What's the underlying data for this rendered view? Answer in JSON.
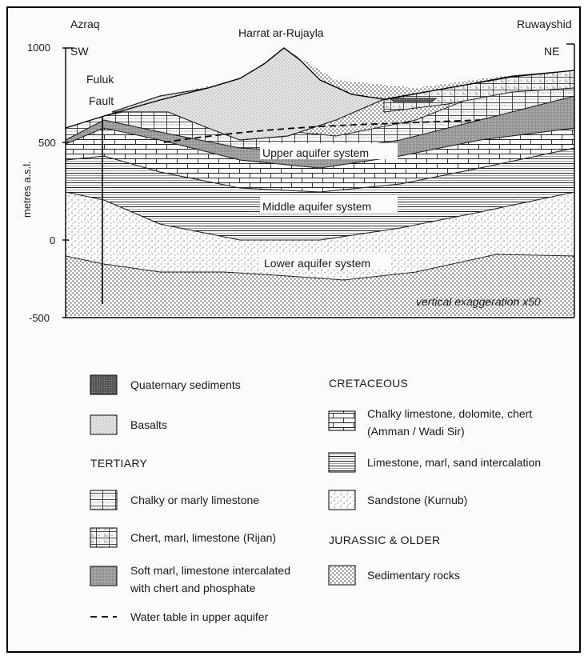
{
  "places": {
    "left": "Azraq",
    "left_dir": "SW",
    "peak": "Harrat ar-Rujayla",
    "right": "Ruwayshid",
    "right_dir": "NE",
    "fault_line1": "Fuluk",
    "fault_line2": "Fault"
  },
  "axis": {
    "label": "metres a.s.l.",
    "ticks": [
      "1000",
      "500",
      "0",
      "-500"
    ]
  },
  "aquifers": {
    "upper": "Upper aquifer system",
    "middle": "Middle aquifer system",
    "lower": "Lower aquifer system"
  },
  "exaggeration": "vertical exaggeration x50",
  "legend": {
    "left": [
      {
        "label": "Quaternary sediments",
        "pattern": "quaternary"
      },
      {
        "label": "Basalts",
        "pattern": "basalt"
      }
    ],
    "tertiary_heading": "TERTIARY",
    "tertiary": [
      {
        "label": "Chalky or marly limestone",
        "pattern": "chalky-marly"
      },
      {
        "label": "Chert, marl, limestone (Rijan)",
        "pattern": "rijan"
      },
      {
        "label": "Soft marl, limestone intercalated",
        "label2": "with chert and phosphate",
        "pattern": "soft-marl"
      }
    ],
    "water_table": "Water table in upper aquifer",
    "cretaceous_heading": "CRETACEOUS",
    "cretaceous": [
      {
        "label": "Chalky limestone, dolomite, chert",
        "label2": "(Amman / Wadi Sir)",
        "pattern": "amman"
      },
      {
        "label": "Limestone, marl, sand intercalation",
        "pattern": "limestone-marl"
      },
      {
        "label": "Sandstone (Kurnub)",
        "pattern": "kurnub"
      }
    ],
    "jurassic_heading": "JURASSIC & OLDER",
    "jurassic": [
      {
        "label": "Sedimentary rocks",
        "pattern": "sedimentary"
      }
    ]
  }
}
